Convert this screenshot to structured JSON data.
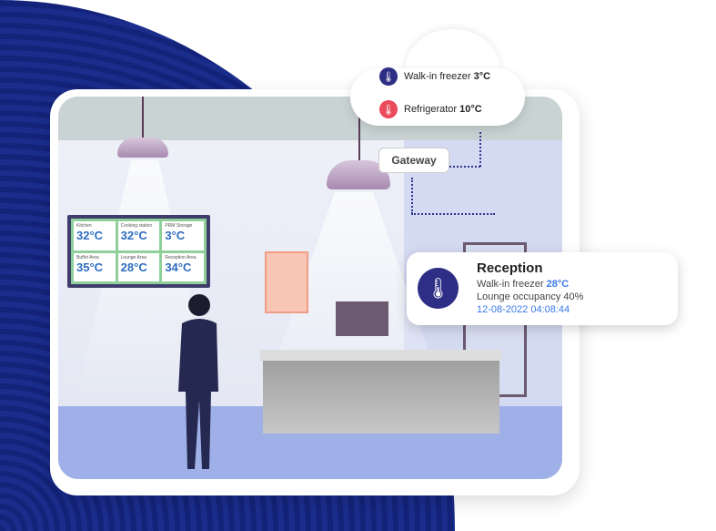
{
  "display": {
    "cells": [
      {
        "name": "Kitchen",
        "temp": "32°C"
      },
      {
        "name": "Cooking station",
        "temp": "32°C"
      },
      {
        "name": "PRM Storage",
        "temp": "3°C"
      },
      {
        "name": "Buffet Area",
        "temp": "35°C"
      },
      {
        "name": "Lounge Area",
        "temp": "28°C"
      },
      {
        "name": "Reception Area",
        "temp": "34°C"
      }
    ]
  },
  "cloud": {
    "items": [
      {
        "label": "Walk-in freezer",
        "value": "3°C",
        "icon": "thermometer-icon",
        "color": "#2f2e86"
      },
      {
        "label": "Refrigerator",
        "value": "10°C",
        "icon": "thermometer-icon",
        "color": "#ea4a5a"
      }
    ]
  },
  "gateway": {
    "label": "Gateway"
  },
  "card": {
    "title": "Reception",
    "freezer_label": "Walk-in freezer",
    "freezer_value": "28°C",
    "occupancy": "Lounge occupancy 40%",
    "timestamp": "12-08-2022 04:08:44"
  }
}
